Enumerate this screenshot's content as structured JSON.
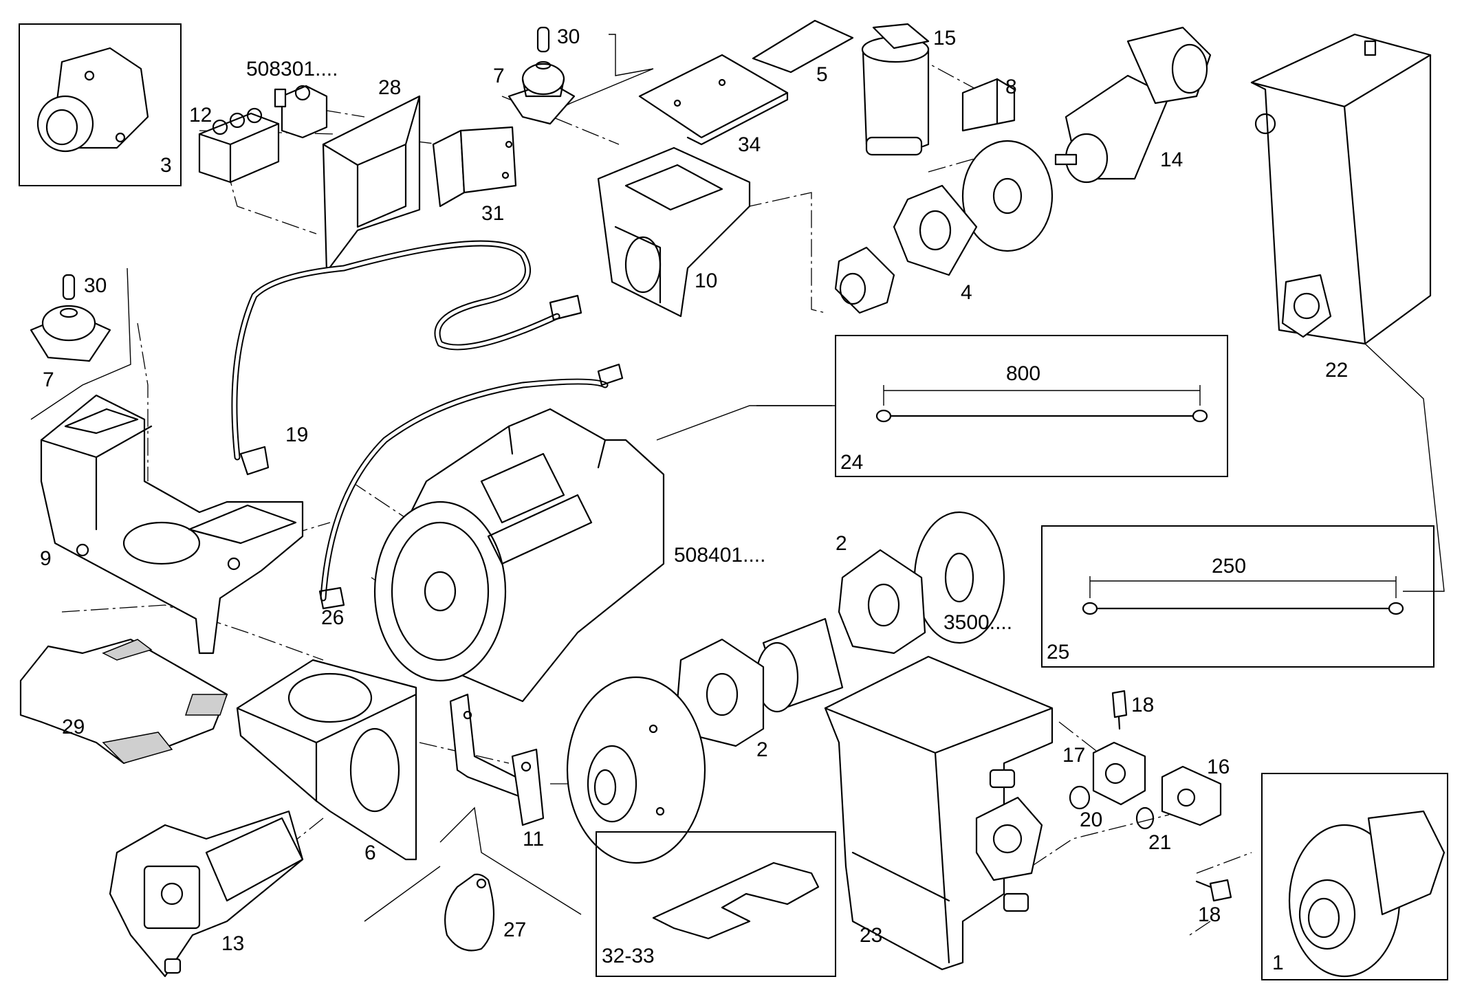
{
  "callouts": {
    "c1": "1",
    "c2a": "2",
    "c2b": "2",
    "c3": "3",
    "c4": "4",
    "c5": "5",
    "c6": "6",
    "c7a": "7",
    "c7b": "7",
    "c8": "8",
    "c9": "9",
    "c10": "10",
    "c11": "11",
    "c12": "12",
    "c13": "13",
    "c14": "14",
    "c15": "15",
    "c16": "16",
    "c17": "17",
    "c18a": "18",
    "c18b": "18",
    "c19": "19",
    "c20": "20",
    "c21": "21",
    "c22": "22",
    "c23": "23",
    "c24": "24",
    "c25": "25",
    "c26": "26",
    "c27": "27",
    "c28": "28",
    "c29": "29",
    "c30a": "30",
    "c30b": "30",
    "c31": "31",
    "c32_33": "32-33",
    "c34": "34"
  },
  "part_numbers": {
    "valve_block": "508301....",
    "generator": "508401....",
    "flywheel": "3500...."
  },
  "dimensions": {
    "cable_24_length": "800",
    "cable_25_length": "250"
  }
}
